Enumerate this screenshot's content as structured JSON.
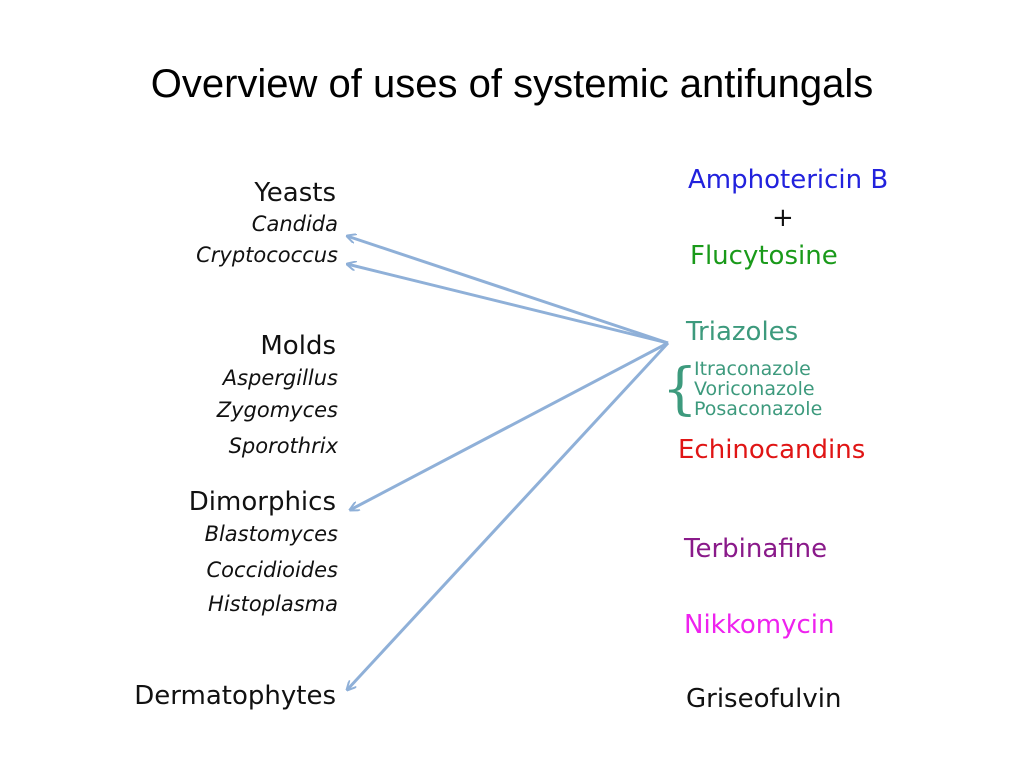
{
  "title": "Overview of uses of systemic antifungals",
  "organisms": {
    "yeasts": {
      "label": "Yeasts",
      "items": [
        "Candida",
        "Cryptococcus"
      ]
    },
    "molds": {
      "label": "Molds",
      "items": [
        "Aspergillus",
        "Zygomyces",
        "Sporothrix"
      ]
    },
    "dimorphics": {
      "label": "Dimorphics",
      "items": [
        "Blastomyces",
        "Coccidioides",
        "Histoplasma"
      ]
    },
    "dermatophytes": {
      "label": "Dermatophytes"
    }
  },
  "drugs": {
    "amphotericin": {
      "label": "Amphotericin B",
      "color": "#2222dd"
    },
    "plus": "+",
    "flucytosine": {
      "label": "Flucytosine",
      "color": "#1a9a1a"
    },
    "triazoles": {
      "label": "Triazoles",
      "color": "#3d9a7d",
      "items": [
        "Itraconazole",
        "Voriconazole",
        "Posaconazole"
      ]
    },
    "echinocandins": {
      "label": "Echinocandins",
      "color": "#e01515"
    },
    "terbinafine": {
      "label": "Terbinafine",
      "color": "#8a1a8a"
    },
    "nikkomycin": {
      "label": "Nikkomycin",
      "color": "#ee22ee"
    },
    "griseofulvin": {
      "label": "Griseofulvin",
      "color": "#111111"
    }
  },
  "arrow_color": "#8fb0d8"
}
